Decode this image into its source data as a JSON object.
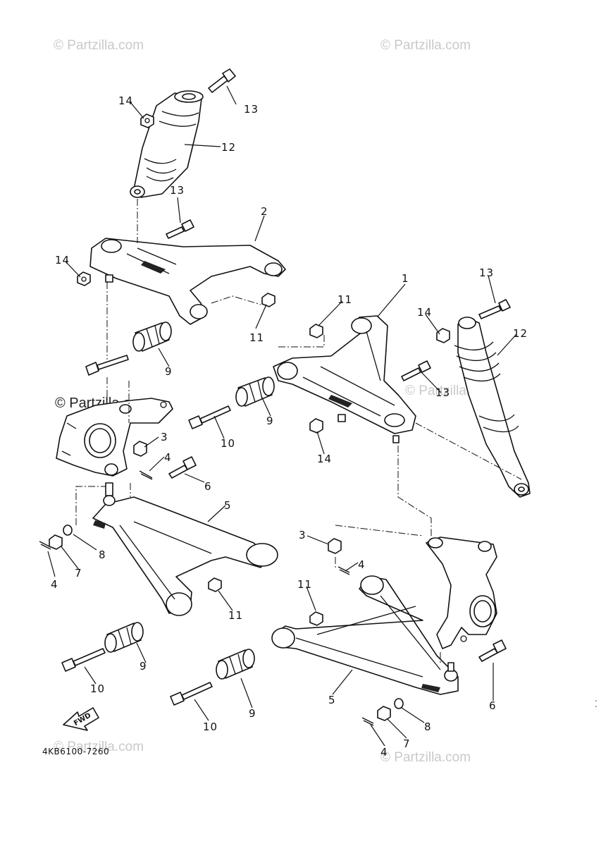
{
  "diagram": {
    "code": "4KB6100-7260",
    "watermarks": [
      {
        "text": "© Partzilla.com"
      },
      {
        "text": "© Partzilla.com"
      },
      {
        "text": "© Partzilla.com"
      },
      {
        "text": "© Partzilla.com"
      },
      {
        "text": "© Partzilla.com"
      },
      {
        "text": "© Partzilla.com"
      }
    ],
    "fwd_label": "FWD",
    "callouts": [
      {
        "id": "c1",
        "text": "1"
      },
      {
        "id": "c2",
        "text": "2"
      },
      {
        "id": "c3a",
        "text": "3"
      },
      {
        "id": "c3b",
        "text": "3"
      },
      {
        "id": "c4a",
        "text": "4"
      },
      {
        "id": "c4b",
        "text": "4"
      },
      {
        "id": "c4c",
        "text": "4"
      },
      {
        "id": "c4d",
        "text": "4"
      },
      {
        "id": "c5a",
        "text": "5"
      },
      {
        "id": "c5b",
        "text": "5"
      },
      {
        "id": "c6a",
        "text": "6"
      },
      {
        "id": "c6b",
        "text": "6"
      },
      {
        "id": "c7a",
        "text": "7"
      },
      {
        "id": "c7b",
        "text": "7"
      },
      {
        "id": "c8a",
        "text": "8"
      },
      {
        "id": "c8b",
        "text": "8"
      },
      {
        "id": "c9a",
        "text": "9"
      },
      {
        "id": "c9b",
        "text": "9"
      },
      {
        "id": "c9c",
        "text": "9"
      },
      {
        "id": "c9d",
        "text": "9"
      },
      {
        "id": "c10a",
        "text": "10"
      },
      {
        "id": "c10b",
        "text": "10"
      },
      {
        "id": "c10c",
        "text": "10"
      },
      {
        "id": "c11a",
        "text": "11"
      },
      {
        "id": "c11b",
        "text": "11"
      },
      {
        "id": "c11c",
        "text": "11"
      },
      {
        "id": "c11d",
        "text": "11"
      },
      {
        "id": "c12a",
        "text": "12"
      },
      {
        "id": "c12b",
        "text": "12"
      },
      {
        "id": "c13a",
        "text": "13"
      },
      {
        "id": "c13b",
        "text": "13"
      },
      {
        "id": "c13c",
        "text": "13"
      },
      {
        "id": "c13d",
        "text": "13"
      },
      {
        "id": "c14a",
        "text": "14"
      },
      {
        "id": "c14b",
        "text": "14"
      },
      {
        "id": "c14c",
        "text": "14"
      },
      {
        "id": "c14d",
        "text": "14"
      }
    ]
  }
}
